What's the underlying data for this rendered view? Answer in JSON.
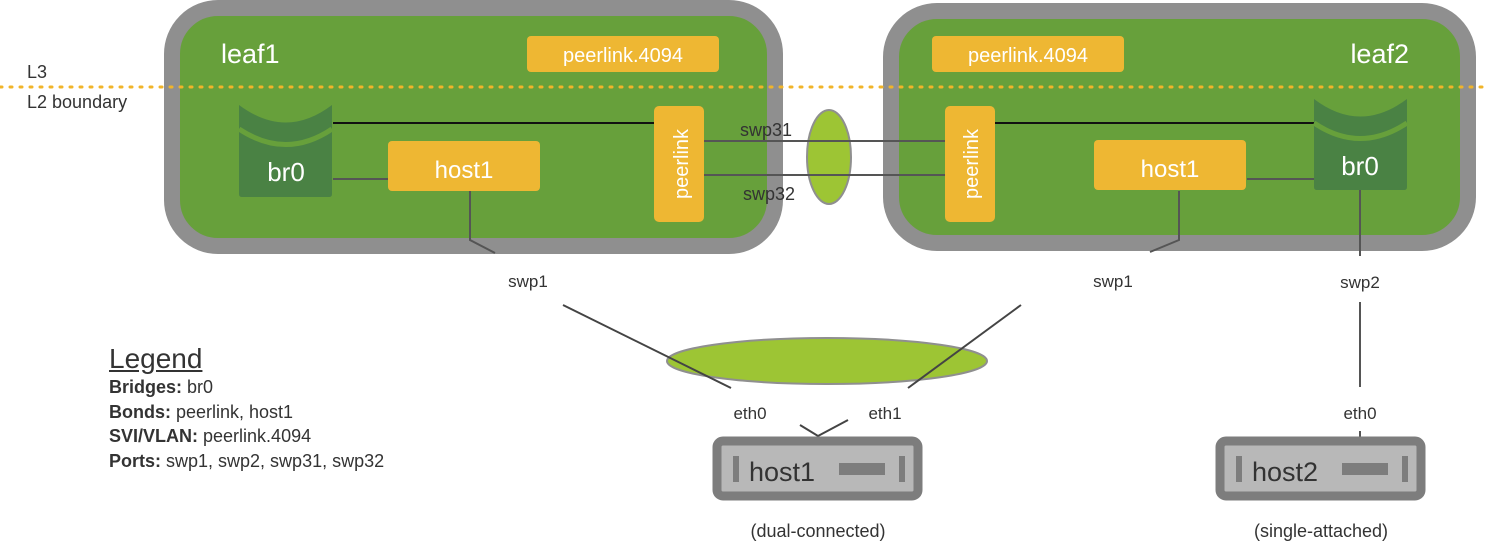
{
  "boundary": {
    "upper_label": "L3",
    "lower_label": "L2 boundary",
    "color": "#f0b429"
  },
  "switches": [
    {
      "name": "leaf1",
      "svi": "peerlink.4094",
      "bond_peer": "peerlink",
      "bond_host": "host1",
      "bridge": "br0"
    },
    {
      "name": "leaf2",
      "svi": "peerlink.4094",
      "bond_peer": "peerlink",
      "bond_host": "host1",
      "bridge": "br0"
    }
  ],
  "links": {
    "peer_ports": [
      "swp31",
      "swp32"
    ],
    "leaf1_host_port": "swp1",
    "leaf2_host_port": "swp1",
    "leaf2_single_port": "swp2"
  },
  "hosts": [
    {
      "name": "host1",
      "ports": [
        "eth0",
        "eth1"
      ],
      "caption": "(dual-connected)"
    },
    {
      "name": "host2",
      "ports": [
        "eth0"
      ],
      "caption": "(single-attached)"
    }
  ],
  "legend": {
    "title": "Legend",
    "rows": [
      {
        "key": "Bridges:",
        "value": " br0"
      },
      {
        "key": "Bonds:",
        "value": " peerlink, host1"
      },
      {
        "key": "SVI/VLAN:",
        "value": " peerlink.4094"
      },
      {
        "key": "Ports:",
        "value": " swp1, swp2, swp31, swp32"
      }
    ]
  },
  "colors": {
    "switch_fill": "#67a03b",
    "switch_border": "#8f8f8f",
    "bond_fill": "#eeb733",
    "bridge_fill": "#4a8244",
    "lag_fill": "#9dc534",
    "host_border": "#7d7d7d",
    "host_fill": "#b8b8b8"
  }
}
